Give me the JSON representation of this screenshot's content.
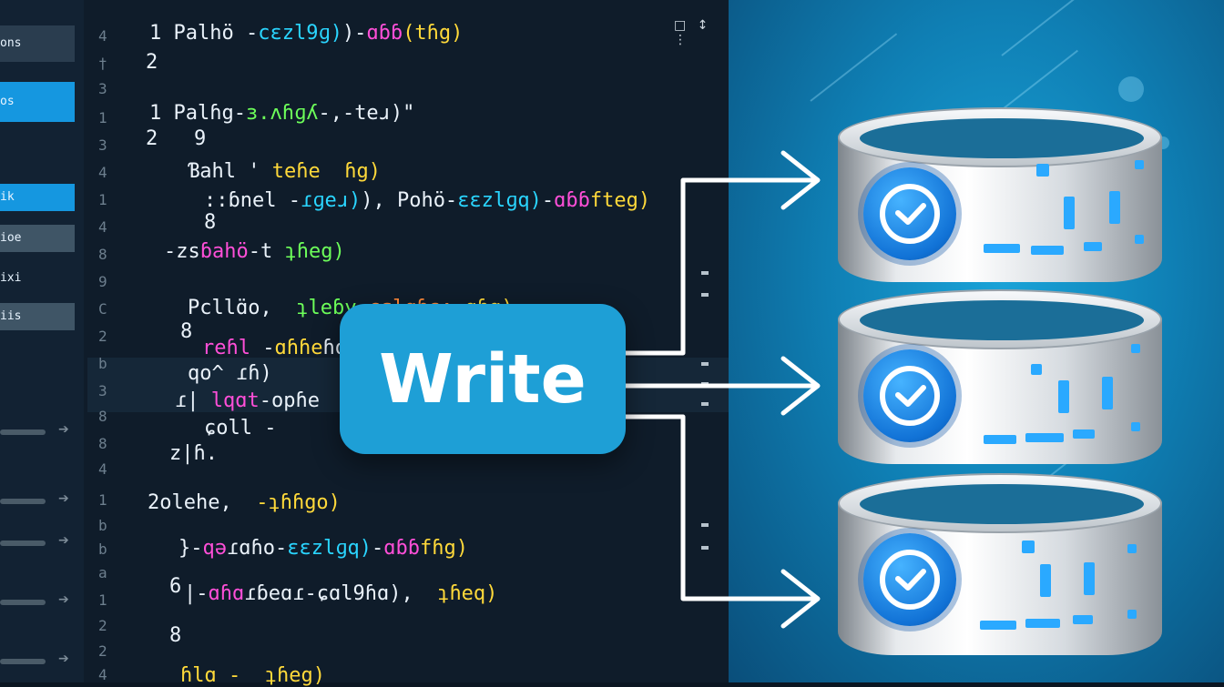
{
  "sidebar": {
    "items": [
      {
        "label": "ons"
      },
      {
        "label": "os"
      },
      {
        "label": "ik"
      },
      {
        "label": "ioe"
      },
      {
        "label": "ixi"
      },
      {
        "label": "iis"
      }
    ]
  },
  "gutter": {
    "numbers": [
      "3",
      "1",
      "3",
      "4",
      "1",
      "4",
      "8",
      "9",
      "C",
      "2",
      "b",
      "3",
      "8",
      "8",
      "4",
      "1",
      "b",
      "b",
      "a",
      "1",
      "2",
      "2",
      "4",
      "†",
      "4"
    ]
  },
  "code": {
    "lines": [
      {
        "parts": [
          {
            "t": "1 Palhö",
            "c": "w"
          },
          {
            "t": " -",
            "c": "w"
          },
          {
            "t": "cɛzl9ɡ)",
            "c": "c"
          },
          {
            "t": ")-",
            "c": "w"
          },
          {
            "t": "ɑɓɓ",
            "c": "m"
          },
          {
            "t": "(tɦg)",
            "c": "y"
          }
        ]
      },
      {
        "parts": [
          {
            "t": "2",
            "c": "w"
          }
        ]
      },
      {
        "parts": [
          {
            "t": "1 Palɦg",
            "c": "w"
          },
          {
            "t": "-",
            "c": "w"
          },
          {
            "t": "ɜ.ʌɦɡʎ",
            "c": "g"
          },
          {
            "t": "-,-teɹ)\"",
            "c": "w"
          }
        ]
      },
      {
        "parts": [
          {
            "t": "2   9",
            "c": "w"
          }
        ]
      },
      {
        "parts": [
          {
            "t": "Ɓahl '",
            "c": "w"
          },
          {
            "t": " teɦe",
            "c": "y"
          },
          {
            "t": "  ɦg)",
            "c": "y"
          }
        ]
      },
      {
        "parts": [
          {
            "t": "::ɓnel",
            "c": "w"
          },
          {
            "t": " -",
            "c": "w"
          },
          {
            "t": "ɾɡeɹ)",
            "c": "c"
          },
          {
            "t": "), Pohö-",
            "c": "w"
          },
          {
            "t": "ɛɛzlɡq)",
            "c": "c"
          },
          {
            "t": "-",
            "c": "w"
          },
          {
            "t": "ɑɓɓ",
            "c": "m"
          },
          {
            "t": "fteg)",
            "c": "y"
          }
        ]
      },
      {
        "parts": [
          {
            "t": "8",
            "c": "w"
          }
        ]
      },
      {
        "parts": [
          {
            "t": "-zs",
            "c": "w"
          },
          {
            "t": "ɓahö",
            "c": "m"
          },
          {
            "t": "-t ",
            "c": "w"
          },
          {
            "t": "ʇɦeg)",
            "c": "g"
          }
        ]
      },
      {
        "parts": [
          {
            "t": "Pcllɑ̈o,",
            "c": "w"
          },
          {
            "t": "  ʇleɓy",
            "c": "g"
          },
          {
            "t": " ɕɛɭɑɓsʌ",
            "c": "o"
          },
          {
            "t": " ɑɦg)",
            "c": "y"
          }
        ]
      },
      {
        "parts": [
          {
            "t": "8",
            "c": "w"
          }
        ]
      },
      {
        "parts": [
          {
            "t": "reɦl",
            "c": "m"
          },
          {
            "t": " -",
            "c": "w"
          },
          {
            "t": "ɑɦɦe",
            "c": "y"
          },
          {
            "t": "ɦoʌ",
            "c": "w"
          }
        ]
      },
      {
        "parts": [
          {
            "t": "qo^ ɾɦ)",
            "c": "w"
          }
        ]
      },
      {
        "parts": [
          {
            "t": "ɾ| ",
            "c": "w"
          },
          {
            "t": "lqɑt",
            "c": "m"
          },
          {
            "t": "-",
            "c": "w"
          },
          {
            "t": "opɦe",
            "c": "w"
          }
        ]
      },
      {
        "parts": [
          {
            "t": "ɕoll -",
            "c": "w"
          }
        ]
      },
      {
        "parts": [
          {
            "t": "z|ɦ.",
            "c": "w"
          }
        ]
      },
      {
        "parts": [
          {
            "t": "2olehe,",
            "c": "w"
          },
          {
            "t": "  -ʇɦɦgo)",
            "c": "y"
          }
        ]
      },
      {
        "parts": [
          {
            "t": "}-",
            "c": "w"
          },
          {
            "t": "qə",
            "c": "m"
          },
          {
            "t": "ɾɑɦo",
            "c": "w"
          },
          {
            "t": "-",
            "c": "w"
          },
          {
            "t": "ɛɛzlɡq)",
            "c": "c"
          },
          {
            "t": "-",
            "c": "w"
          },
          {
            "t": "ɑɓɓ",
            "c": "m"
          },
          {
            "t": "fɦg)",
            "c": "y"
          }
        ]
      },
      {
        "parts": [
          {
            "t": "6",
            "c": "w"
          }
        ]
      },
      {
        "parts": [
          {
            "t": "|-",
            "c": "w"
          },
          {
            "t": "ɑɦɑ",
            "c": "m"
          },
          {
            "t": "ɾɓeɑɾ-",
            "c": "w"
          },
          {
            "t": "ɕɑl9ɦɑ),",
            "c": "w"
          },
          {
            "t": "  ʇɦeq)",
            "c": "y"
          }
        ]
      },
      {
        "parts": [
          {
            "t": "8",
            "c": "w"
          }
        ]
      },
      {
        "parts": [
          {
            "t": "ɦlɑ -  ʇɦeg)",
            "c": "y"
          }
        ]
      }
    ]
  },
  "write_button": {
    "label": "Write"
  },
  "databases": [
    {
      "name": "database-top"
    },
    {
      "name": "database-middle"
    },
    {
      "name": "database-bottom"
    }
  ],
  "colors": {
    "accent": "#1e9fd6",
    "editor_bg": "#0f1c2a",
    "backdrop": "#1aa3d8"
  },
  "icons": {
    "window_controls": "□ ↕ ⋮",
    "db_badge": "check-circle-icon"
  }
}
